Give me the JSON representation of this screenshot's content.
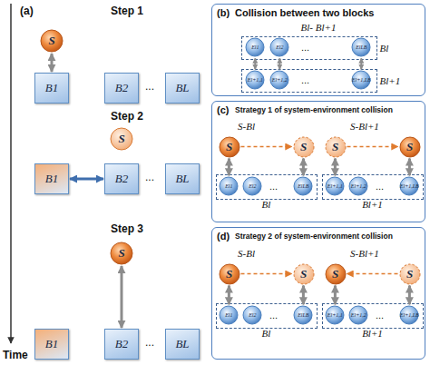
{
  "diagram": {
    "nodes": [
      {
        "text": [
          "S"
        ]
      },
      {
        "text": [
          "B1"
        ]
      },
      {
        "text": [
          "B2"
        ]
      },
      {
        "text": [
          "BL"
        ]
      },
      {
        "text": [
          "S"
        ]
      },
      {
        "text": [
          "B1"
        ]
      },
      {
        "text": [
          "B2"
        ]
      },
      {
        "text": [
          "BL"
        ]
      },
      {
        "text": [
          "S"
        ]
      },
      {
        "text": [
          "B1"
        ]
      },
      {
        "text": [
          "B2"
        ]
      },
      {
        "text": [
          "BL"
        ]
      },
      {
        "text": [
          "(b)",
          "Collision between two blocks",
          "Bl- Bl+1"
        ]
      },
      {
        "text": [
          "Bl"
        ],
        "in": 12
      },
      {
        "text": [
          "El1"
        ],
        "in": 13
      },
      {
        "text": [
          "El2"
        ],
        "in": 13
      },
      {
        "text": [
          "ElLB"
        ],
        "in": 13
      },
      {
        "text": [
          "Bl+1"
        ],
        "in": 12
      },
      {
        "text": [
          "El+1,1"
        ],
        "in": 17
      },
      {
        "text": [
          "El+1,2"
        ],
        "in": 17
      },
      {
        "text": [
          "El+1,LB"
        ],
        "in": 17
      },
      {
        "text": [
          "(c)",
          "Strategy 1 of system-environment collision"
        ]
      },
      {
        "text": [
          "S"
        ],
        "in": 21
      },
      {
        "text": [
          "S"
        ],
        "in": 21
      },
      {
        "text": [
          "Bl"
        ],
        "in": 21
      },
      {
        "text": [
          "El1"
        ],
        "in": 24
      },
      {
        "text": [
          "El2"
        ],
        "in": 24
      },
      {
        "text": [
          "ElLB"
        ],
        "in": 24
      },
      {
        "text": [
          "S"
        ],
        "in": 21
      },
      {
        "text": [
          "S"
        ],
        "in": 21
      },
      {
        "text": [
          "Bl+1"
        ],
        "in": 21
      },
      {
        "text": [
          "El+1,1"
        ],
        "in": 30
      },
      {
        "text": [
          "El+1,2"
        ],
        "in": 30
      },
      {
        "text": [
          "El+1,LB"
        ],
        "in": 30
      },
      {
        "text": [
          "(d)",
          "Strategy 2 of system-environment collision"
        ]
      },
      {
        "text": [
          "S"
        ],
        "in": 34
      },
      {
        "text": [
          "S"
        ],
        "in": 34
      },
      {
        "text": [
          "Bl"
        ],
        "in": 34
      },
      {
        "text": [
          "El1"
        ],
        "in": 37
      },
      {
        "text": [
          "El2"
        ],
        "in": 37
      },
      {
        "text": [
          "ElLB"
        ],
        "in": 37
      },
      {
        "text": [
          "S"
        ],
        "in": 34
      },
      {
        "text": [
          "S"
        ],
        "in": 34
      },
      {
        "text": [
          "Bl+1"
        ],
        "in": 34
      },
      {
        "text": [
          "El+1,1"
        ],
        "in": 43
      },
      {
        "text": [
          "El+1,2"
        ],
        "in": 43
      },
      {
        "text": [
          "El+1,LB"
        ],
        "in": 43
      }
    ],
    "edges": [
      {
        "from": 0,
        "to": 1,
        "arrow": "both"
      },
      {
        "from": 5,
        "to": 6,
        "arrow": "both"
      },
      {
        "from": 8,
        "to": 10,
        "arrow": "both"
      },
      {
        "from": 14,
        "to": 18,
        "arrow": "both"
      },
      {
        "from": 15,
        "to": 19,
        "arrow": "both"
      },
      {
        "from": 16,
        "to": 20,
        "arrow": "both"
      },
      {
        "from": 22,
        "to": 23,
        "arrow": "to"
      },
      {
        "from": 22,
        "to": 25,
        "arrow": "both"
      },
      {
        "from": 23,
        "to": 27,
        "arrow": "both"
      },
      {
        "from": 28,
        "to": 29,
        "arrow": "to"
      },
      {
        "from": 28,
        "to": 31,
        "arrow": "both"
      },
      {
        "from": 29,
        "to": 33,
        "arrow": "both"
      },
      {
        "from": 35,
        "to": 36,
        "arrow": "to"
      },
      {
        "from": 35,
        "to": 38,
        "arrow": "both"
      },
      {
        "from": 36,
        "to": 40,
        "arrow": "both"
      },
      {
        "from": 42,
        "to": 41,
        "arrow": "to"
      },
      {
        "from": 41,
        "to": 44,
        "arrow": "both"
      },
      {
        "from": 42,
        "to": 46,
        "arrow": "both"
      }
    ],
    "labels": [
      "(a)",
      "Step 1",
      "...",
      "Step 2",
      "...",
      "Step 3",
      "...",
      "Time",
      "...",
      "...",
      "S-Bl",
      "S-Bl+1",
      "...",
      "...",
      "S-Bl",
      "S-Bl+1",
      "...",
      "..."
    ]
  }
}
